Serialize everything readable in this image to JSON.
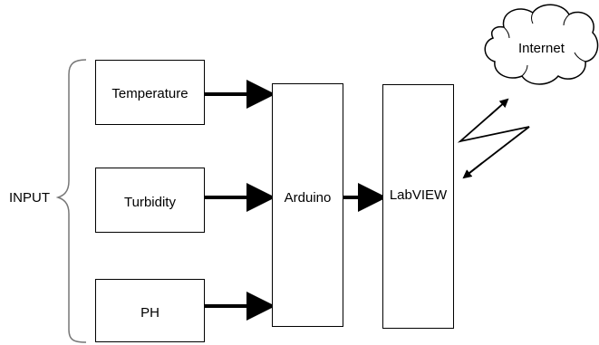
{
  "inputs_label": "INPUT",
  "sensors": [
    {
      "label": "Temperature"
    },
    {
      "label": "Turbidity"
    },
    {
      "label": "PH"
    }
  ],
  "controller": {
    "label": "Arduino"
  },
  "software": {
    "label": "LabVIEW"
  },
  "cloud": {
    "label": "Internet"
  },
  "colors": {
    "stroke": "#000000",
    "background": "#ffffff"
  }
}
